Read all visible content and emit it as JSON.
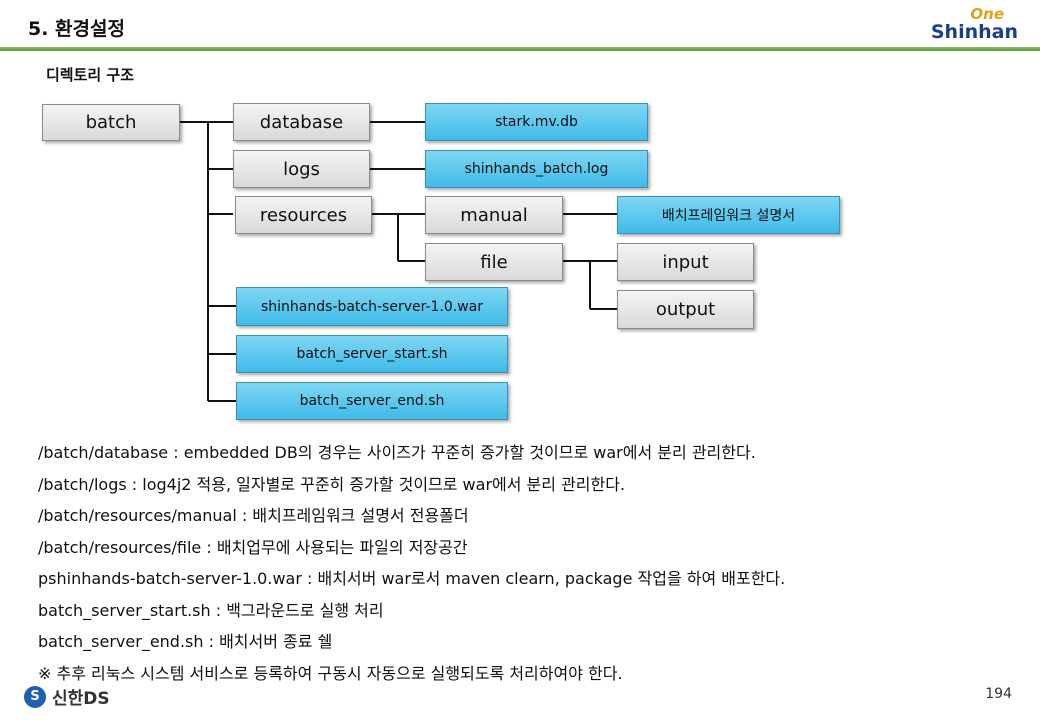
{
  "header": {
    "title": "5. 환경설정",
    "logo_one": "One",
    "logo_shinhan": "Shinhan"
  },
  "subtitle": "디렉토리 구조",
  "tree": {
    "batch": "batch",
    "database": "database",
    "logs": "logs",
    "resources": "resources",
    "stark_db": "stark.mv.db",
    "batch_log": "shinhands_batch.log",
    "manual": "manual",
    "file": "file",
    "manual_doc": "배치프레임워크 설명서",
    "input": "input",
    "output": "output",
    "war": "shinhands-batch-server-1.0.war",
    "start_sh": "batch_server_start.sh",
    "end_sh": "batch_server_end.sh"
  },
  "descriptions": [
    "/batch/database : embedded DB의 경우는 사이즈가 꾸준히 증가할 것이므로 war에서 분리 관리한다.",
    "/batch/logs : log4j2 적용, 일자별로 꾸준히 증가할 것이므로 war에서 분리 관리한다.",
    "/batch/resources/manual : 배치프레임워크 설명서 전용폴더",
    "/batch/resources/file : 배치업무에 사용되는 파일의 저장공간",
    "pshinhands-batch-server-1.0.war : 배치서버 war로서 maven clearn, package 작업을 하여 배포한다.",
    "batch_server_start.sh : 백그라운드로 실행 처리",
    "batch_server_end.sh : 배치서버 종료 쉘",
    "※ 추후 리눅스 시스템 서비스로 등록하여 구동시 자동으로 실행되도록 처리하여야 한다."
  ],
  "footer": {
    "logo_mark": "S",
    "logo_text": "신한DS",
    "page": "194"
  }
}
